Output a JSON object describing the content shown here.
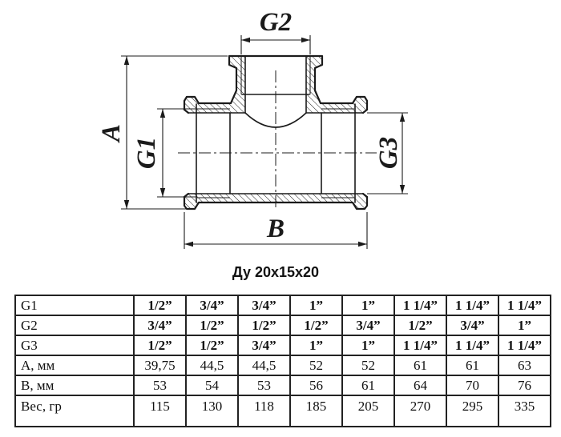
{
  "drawing": {
    "caption": "Ду 20х15х20",
    "line_color": "#1b1b1b",
    "dims": {
      "g2": "G2",
      "a": "A",
      "g1": "G1",
      "g3": "G3",
      "b": "B"
    }
  },
  "table": {
    "rows": [
      {
        "label": "G1",
        "bold": true,
        "values": [
          "1/2”",
          "3/4”",
          "3/4”",
          "1”",
          "1”",
          "1 1/4”",
          "1 1/4”",
          "1 1/4”"
        ]
      },
      {
        "label": "G2",
        "bold": true,
        "values": [
          "3/4”",
          "1/2”",
          "1/2”",
          "1/2”",
          "3/4”",
          "1/2”",
          "3/4”",
          "1”"
        ]
      },
      {
        "label": "G3",
        "bold": true,
        "values": [
          "1/2”",
          "1/2”",
          "3/4”",
          "1”",
          "1”",
          "1 1/4”",
          "1 1/4”",
          "1 1/4”"
        ]
      },
      {
        "label": "А, мм",
        "bold": false,
        "values": [
          "39,75",
          "44,5",
          "44,5",
          "52",
          "52",
          "61",
          "61",
          "63"
        ]
      },
      {
        "label": "В, мм",
        "bold": false,
        "values": [
          "53",
          "54",
          "53",
          "56",
          "61",
          "64",
          "70",
          "76"
        ]
      },
      {
        "label": "Вес, гр",
        "bold": false,
        "values": [
          "115",
          "130",
          "118",
          "185",
          "205",
          "270",
          "295",
          "335"
        ]
      }
    ]
  }
}
